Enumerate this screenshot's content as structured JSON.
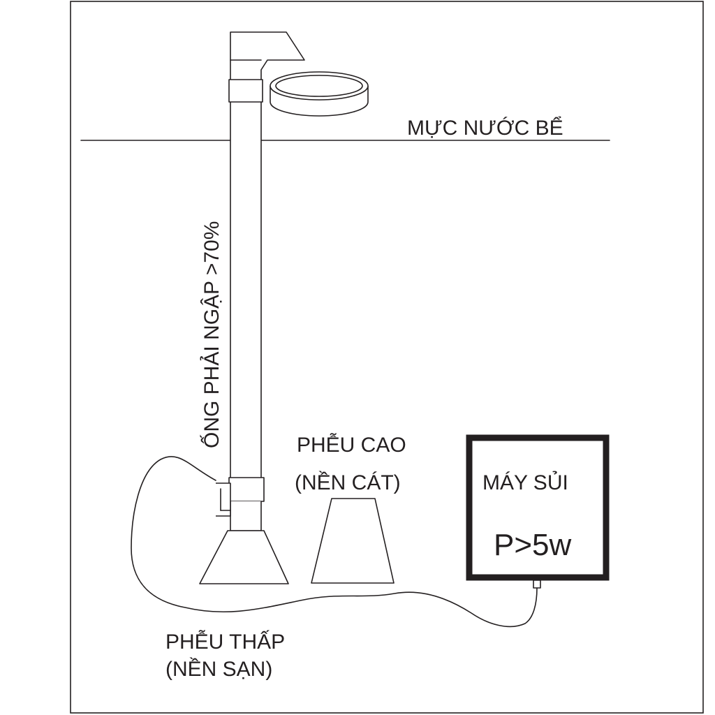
{
  "labels": {
    "water_level": "MỰC NƯỚC BỂ",
    "pipe_note": "ỐNG PHẢI NGẬP >70%",
    "tall_funnel_line1": "PHỄU CAO",
    "tall_funnel_line2": "(NỀN CÁT)",
    "low_funnel_line1": "PHỄU THẤP",
    "low_funnel_line2": "(NỀN SẠN)",
    "pump_name": "MÁY SỦI",
    "pump_power": "P>5w"
  },
  "colors": {
    "ink": "#231f20",
    "background": "#ffffff"
  }
}
